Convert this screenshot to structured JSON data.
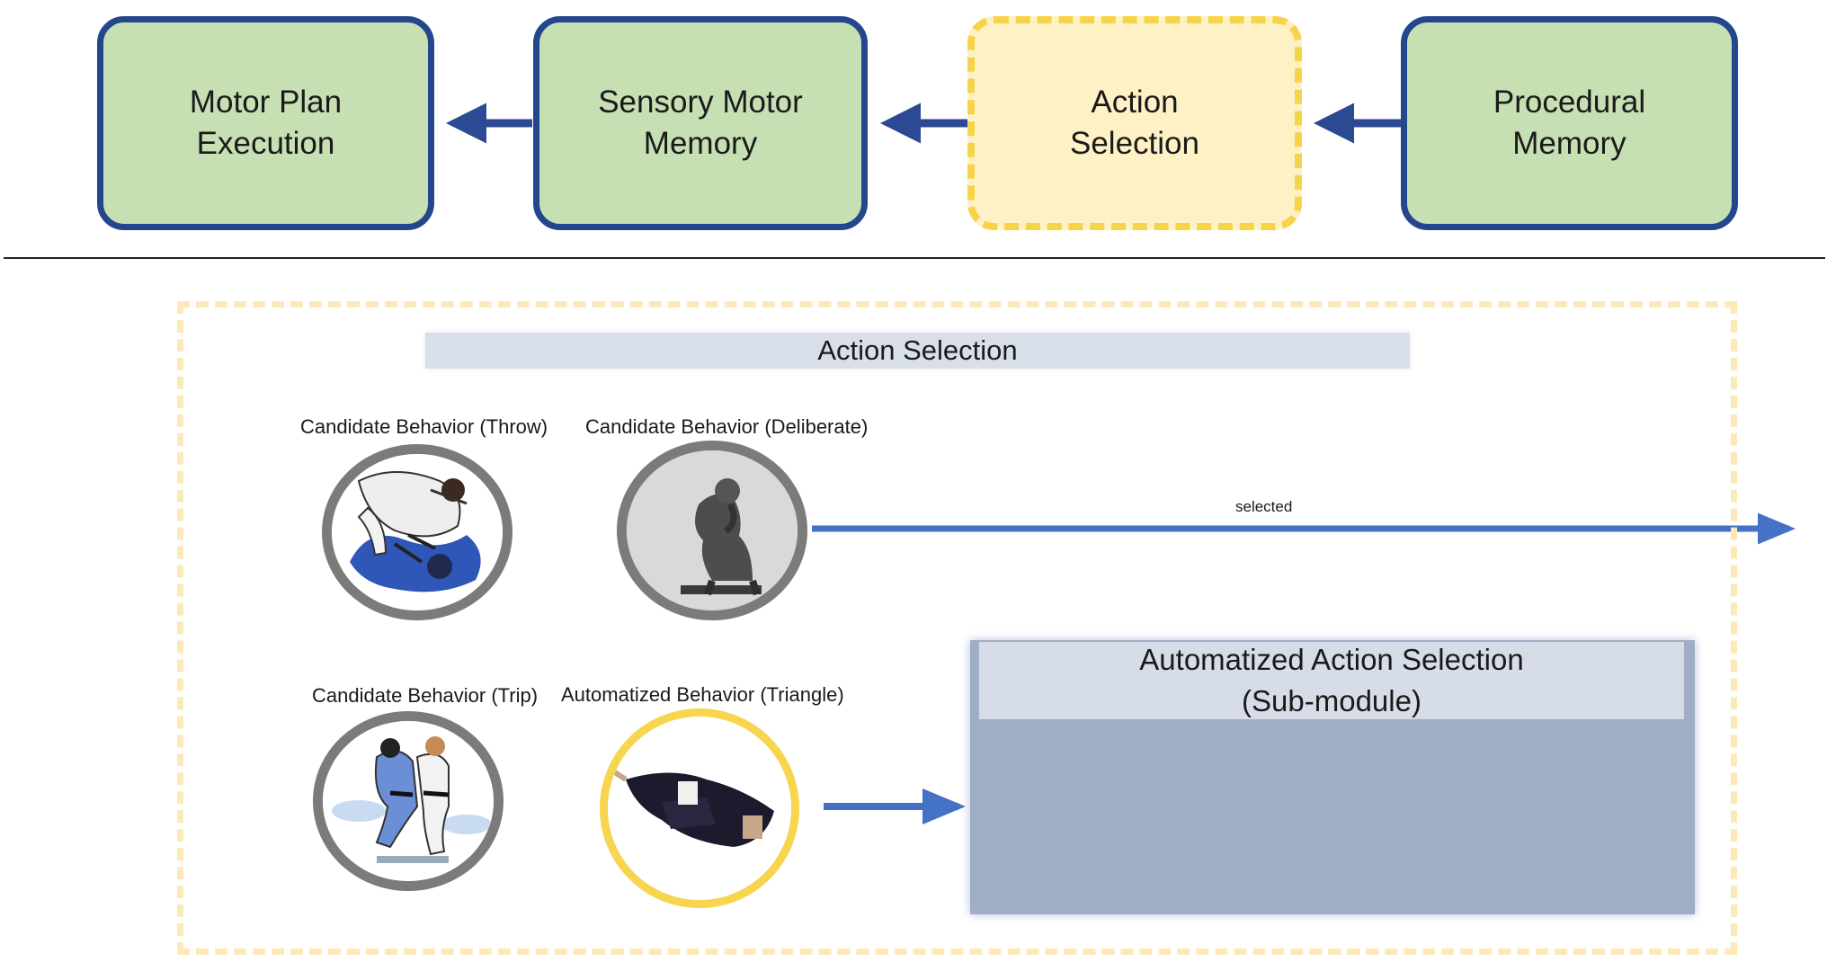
{
  "pipeline": {
    "boxes": [
      {
        "id": "motor-plan-execution",
        "label": "Motor Plan\nExecution"
      },
      {
        "id": "sensory-motor-memory",
        "label": "Sensory Motor\nMemory"
      },
      {
        "id": "action-selection",
        "label": "Action\nSelection"
      },
      {
        "id": "procedural-memory",
        "label": "Procedural\nMemory"
      }
    ]
  },
  "detail": {
    "title": "Action Selection",
    "candidates": [
      {
        "caption": "Candidate Behavior (Throw)",
        "icon": "judo-throw-image"
      },
      {
        "caption": "Candidate Behavior (Deliberate)",
        "icon": "thinker-statue-image"
      },
      {
        "caption": "Candidate Behavior (Trip)",
        "icon": "judo-trip-image"
      },
      {
        "caption": "Automatized  Behavior (Triangle)",
        "icon": "triangle-choke-image"
      }
    ],
    "selected_label": "selected",
    "submodule": {
      "label": "Automatized Action Selection\n(Sub-module)"
    }
  },
  "colors": {
    "box_fill": "#c6e0b4",
    "box_border": "#23468c",
    "highlight_fill": "#fff1c6",
    "highlight_border": "#f7d34a",
    "arrow_blue": "#4472c4",
    "submodule_fill": "#9fadc7"
  }
}
